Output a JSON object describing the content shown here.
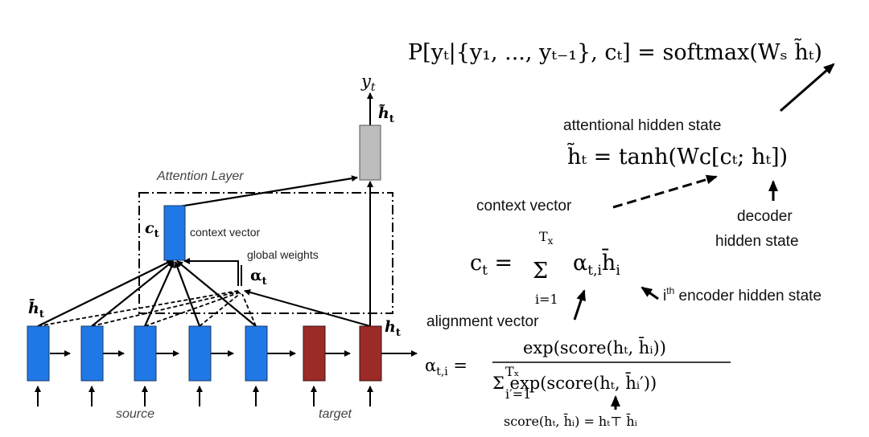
{
  "diagram": {
    "output_label": "y",
    "output_sub": "t",
    "attention_hidden_label": "h̃",
    "attention_hidden_sub": "t",
    "attention_layer_label": "Attention Layer",
    "context_symbol": "c",
    "context_sub": "t",
    "context_label": "context vector",
    "global_weights_label": "global weights",
    "alpha_symbol": "α",
    "alpha_sub": "t",
    "source_hidden_label": "h̄",
    "source_hidden_sub": "t",
    "target_hidden_label": "h",
    "target_hidden_sub": "t",
    "source_label": "source",
    "target_label": "target",
    "source_states": 5,
    "target_states": 2,
    "colors": {
      "source": "#1f78e6",
      "target": "#9b2b27",
      "attention": "#bdbdbd"
    }
  },
  "equations": {
    "prob": "P[yₜ|{y₁, ..., yₜ₋₁}, cₜ] = softmax(Wₛ h̃ₜ)",
    "attn_hidden": "h̃ₜ = tanh(Wᴄ[cₜ; hₜ])",
    "context": "cₜ = Σ αₜ,ᵢ h̄ᵢ",
    "sum_upper": "T",
    "sum_upper_sub": "x",
    "sum_lower": "i=1",
    "alpha_lhs": "αₜ,ᵢ =",
    "alpha_num": "exp(score(hₜ, h̄ᵢ))",
    "alpha_den": "Σ exp(score(hₜ, h̄ᵢ′))",
    "alpha_den_upper": "Tₓ",
    "alpha_den_lower": "i′=1",
    "score": "score(hₜ, h̄ᵢ) = hₜ⊤ h̄ᵢ"
  },
  "annotations": {
    "attentional_hidden_state": "attentional hidden state",
    "context_vector": "context vector",
    "decoder_line1": "decoder",
    "decoder_line2": "hidden state",
    "encoder_prefix": "i",
    "encoder_sup": "th",
    "encoder_rest": " encoder hidden state",
    "alignment_vector": "alignment vector"
  }
}
